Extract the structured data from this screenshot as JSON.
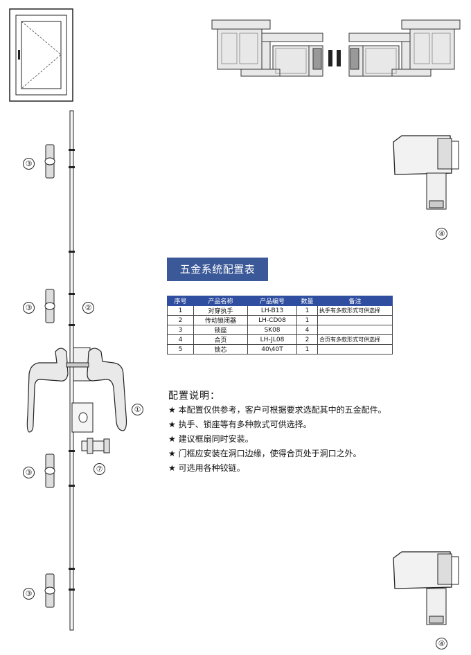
{
  "callouts": {
    "c1": "①",
    "c2": "②",
    "c3": "③",
    "c4": "④",
    "c7": "⑦"
  },
  "section_title": "五金系统配置表",
  "table": {
    "headers": [
      "序号",
      "产品名称",
      "产品编号",
      "数量",
      "备注"
    ],
    "rows": [
      [
        "1",
        "对穿执手",
        "LH-B13",
        "1",
        "执手有多款形式可供选择"
      ],
      [
        "2",
        "传动锁闭器",
        "LH-CD08",
        "1",
        ""
      ],
      [
        "3",
        "锁座",
        "SK08",
        "4",
        ""
      ],
      [
        "4",
        "合页",
        "LH-JL08",
        "2",
        "合页有多款形式可供选择"
      ],
      [
        "5",
        "锁芯",
        "40\\40T",
        "1",
        ""
      ]
    ]
  },
  "notes_title": "配置说明：",
  "notes": [
    "★ 本配置仅供参考，客户可根据要求选配其中的五金配件。",
    "★ 执手、锁座等有多种款式可供选择。",
    "★ 建议框扇同时安装。",
    "★ 门框应安装在洞口边缘，使得合页处于洞口之外。",
    "★ 可选用各种铰链。"
  ],
  "colors": {
    "title_bg": "#3b5998",
    "table_header_bg": "#2f4ea0"
  }
}
